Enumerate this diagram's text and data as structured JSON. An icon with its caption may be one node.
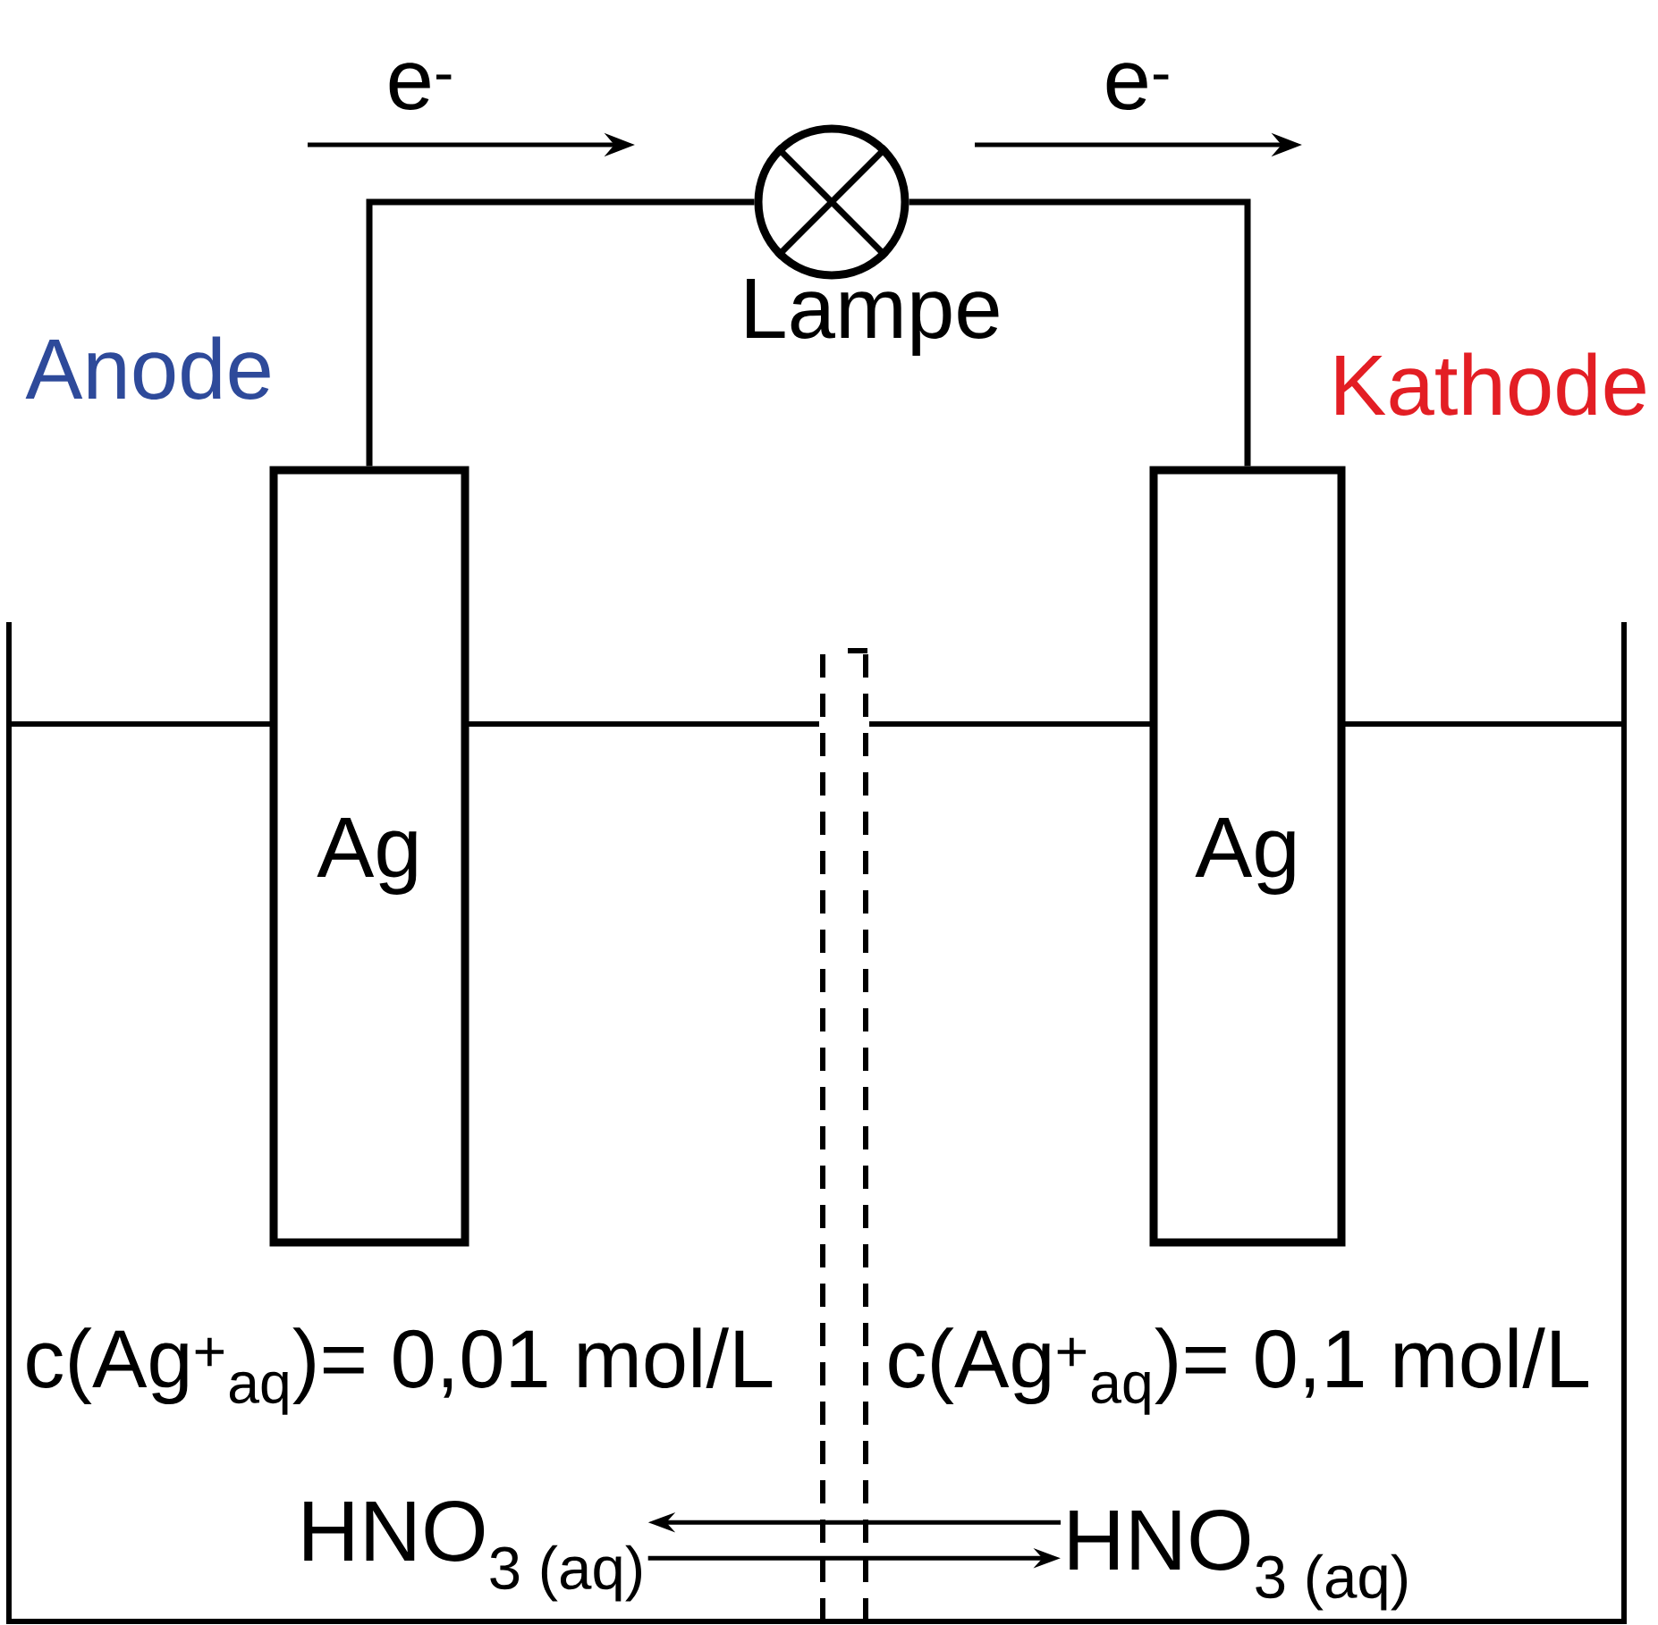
{
  "diagram": {
    "nodes": [
      {
        "text": [
          "Ag"
        ],
        "beside": [
          "Anode"
        ]
      },
      {
        "text": [
          "Ag"
        ],
        "beside": [
          "Kathode"
        ]
      },
      {
        "text": [],
        "shape": "circle",
        "beside": [
          "Lampe"
        ]
      },
      {
        "text": [
          "HNO$_{3 (aq)}$"
        ]
      },
      {
        "text": [
          "HNO$_{3 (aq)}$"
        ]
      }
    ],
    "edges": [
      {
        "from": 0,
        "to": 2,
        "arrow": "none"
      },
      {
        "from": 2,
        "to": 1,
        "arrow": "none"
      },
      {
        "from": 4,
        "to": 3,
        "arrow": "to"
      },
      {
        "from": 3,
        "to": 4,
        "arrow": "to"
      }
    ],
    "labels": [
      "e$^{-}$",
      "e$^{-}$",
      "c(Ag$^{+}$$_{aq}$)= 0,01 mol/L",
      "c(Ag$^{+}$$_{aq}$)= 0,1 mol/L"
    ]
  }
}
